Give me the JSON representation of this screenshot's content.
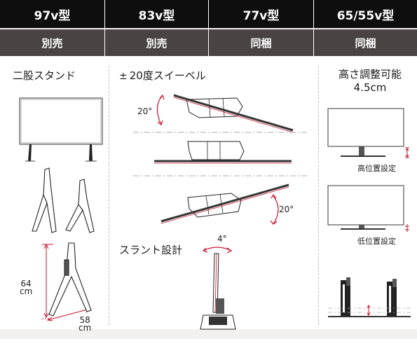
{
  "header": {
    "models": [
      "97v型",
      "83v型",
      "77v型",
      "65/55v型"
    ],
    "stand_status": [
      "別売",
      "別売",
      "同梱",
      "同梱"
    ]
  },
  "col1": {
    "title": "二股スタンド",
    "height_num": "64",
    "height_unit": "cm",
    "depth_num": "58",
    "depth_unit": "cm"
  },
  "col2": {
    "swivel_sign": "±",
    "swivel_title": "20度スイーベル",
    "angle_top": "20°",
    "angle_bottom": "20°",
    "slant_title": "スラント設計",
    "slant_angle": "4°"
  },
  "col3": {
    "title_line1": "高さ調整可能",
    "title_line2": "4.5cm",
    "high_label": "高位置設定",
    "low_label": "低位置設定"
  },
  "colors": {
    "header_top": "#0e0e0e",
    "header_bottom": "#4a4344",
    "accent_red": "#c8102e"
  }
}
